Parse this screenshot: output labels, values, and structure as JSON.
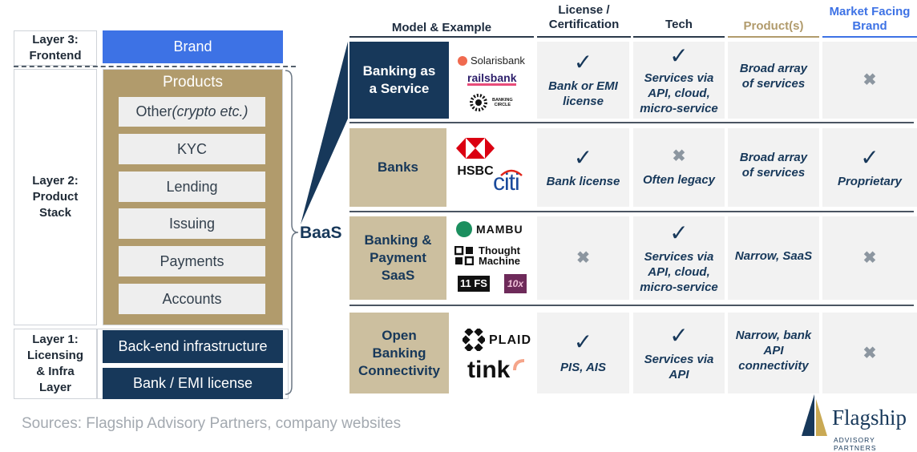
{
  "layers": {
    "layer3": {
      "label": "Layer 3:\nFrontend",
      "box": "Brand"
    },
    "layer2": {
      "label": "Layer 2:\nProduct\nStack",
      "title": "Products",
      "other_prefix": "Other",
      "other_suffix": "(crypto etc.)",
      "items": [
        "KYC",
        "Lending",
        "Issuing",
        "Payments",
        "Accounts"
      ]
    },
    "layer1": {
      "label": "Layer 1:\nLicensing\n& Infra\nLayer",
      "items": [
        "Back-end infrastructure",
        "Bank / EMI license"
      ]
    }
  },
  "baas_label": "BaaS",
  "columns": {
    "model": "Model & Example",
    "license": "License /\nCertification",
    "tech": "Tech",
    "products": "Product(s)",
    "brand": "Market Facing\nBrand"
  },
  "colors": {
    "navy": "#17385a",
    "gold": "#b19b6c",
    "blue": "#3d72e5"
  },
  "rows": [
    {
      "title": "Banking as\na Service",
      "logos": [
        "Solarisbank",
        "railsbank",
        "BANKING\nCIRCLE"
      ],
      "license": {
        "mark": "check",
        "text": "Bank or EMI\nlicense"
      },
      "tech": {
        "mark": "check",
        "text": "Services via\nAPI, cloud,\nmicro-service"
      },
      "products": {
        "text": "Broad array\nof services"
      },
      "brand": {
        "mark": "cross",
        "text": ""
      }
    },
    {
      "title": "Banks",
      "logos": [
        "HSBC",
        "citi"
      ],
      "license": {
        "mark": "check",
        "text": "Bank license"
      },
      "tech": {
        "mark": "cross",
        "text": "Often legacy"
      },
      "products": {
        "text": "Broad array\nof services"
      },
      "brand": {
        "mark": "check",
        "text": "Proprietary"
      }
    },
    {
      "title": "Banking &\nPayment\nSaaS",
      "logos": [
        "MAMBU",
        "Thought\nMachine",
        "11 FS",
        "10x"
      ],
      "license": {
        "mark": "cross",
        "text": ""
      },
      "tech": {
        "mark": "check",
        "text": "Services via\nAPI, cloud,\nmicro-service"
      },
      "products": {
        "text": "Narrow, SaaS"
      },
      "brand": {
        "mark": "cross",
        "text": ""
      }
    },
    {
      "title": "Open\nBanking\nConnectivity",
      "logos": [
        "PLAID",
        "tink"
      ],
      "license": {
        "mark": "check",
        "text": "PIS, AIS"
      },
      "tech": {
        "mark": "check",
        "text": "Services via\nAPI"
      },
      "products": {
        "text": "Narrow, bank\nAPI\nconnectivity"
      },
      "brand": {
        "mark": "cross",
        "text": ""
      }
    }
  ],
  "marks": {
    "check": "✓",
    "cross": "✖"
  },
  "sources": "Sources: Flagship Advisory Partners, company websites",
  "footer_logo": {
    "name": "Flagship",
    "sub": "ADVISORY PARTNERS"
  }
}
